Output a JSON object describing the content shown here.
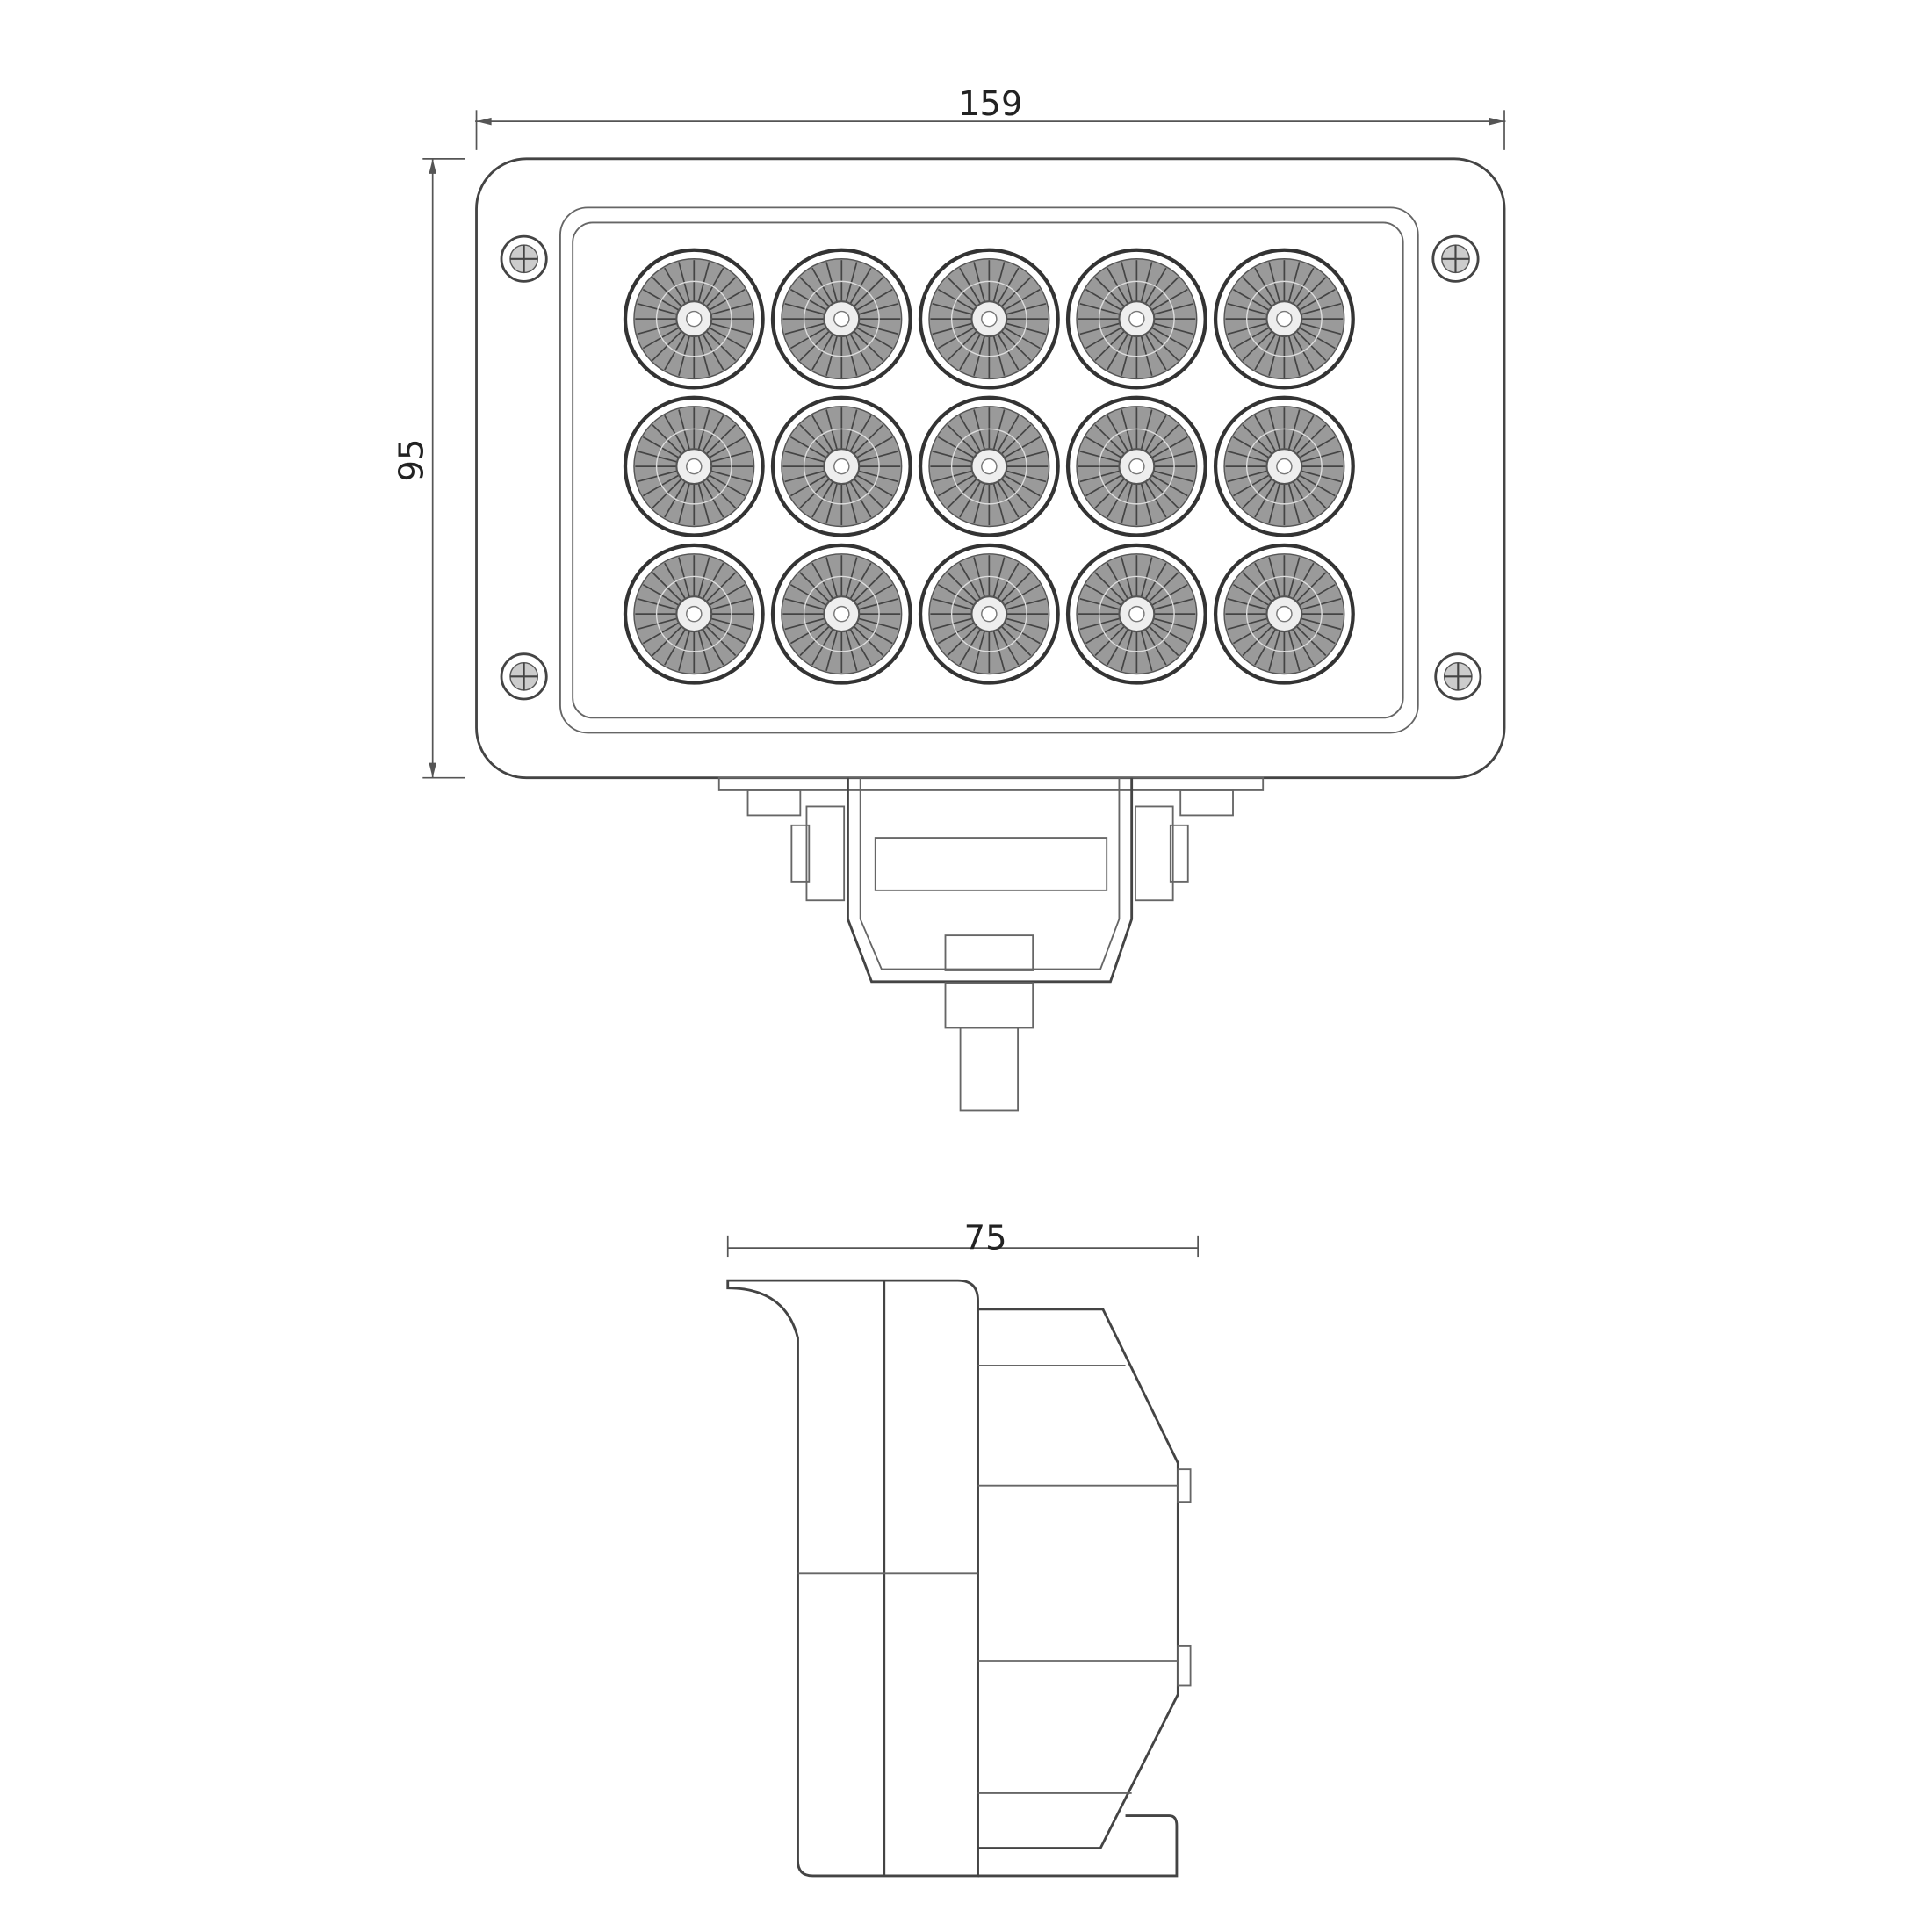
{
  "dimensions": {
    "width_label": "159",
    "height_label": "95",
    "depth_label": "75"
  },
  "front_view": {
    "led_rows": 3,
    "led_cols": 5
  }
}
